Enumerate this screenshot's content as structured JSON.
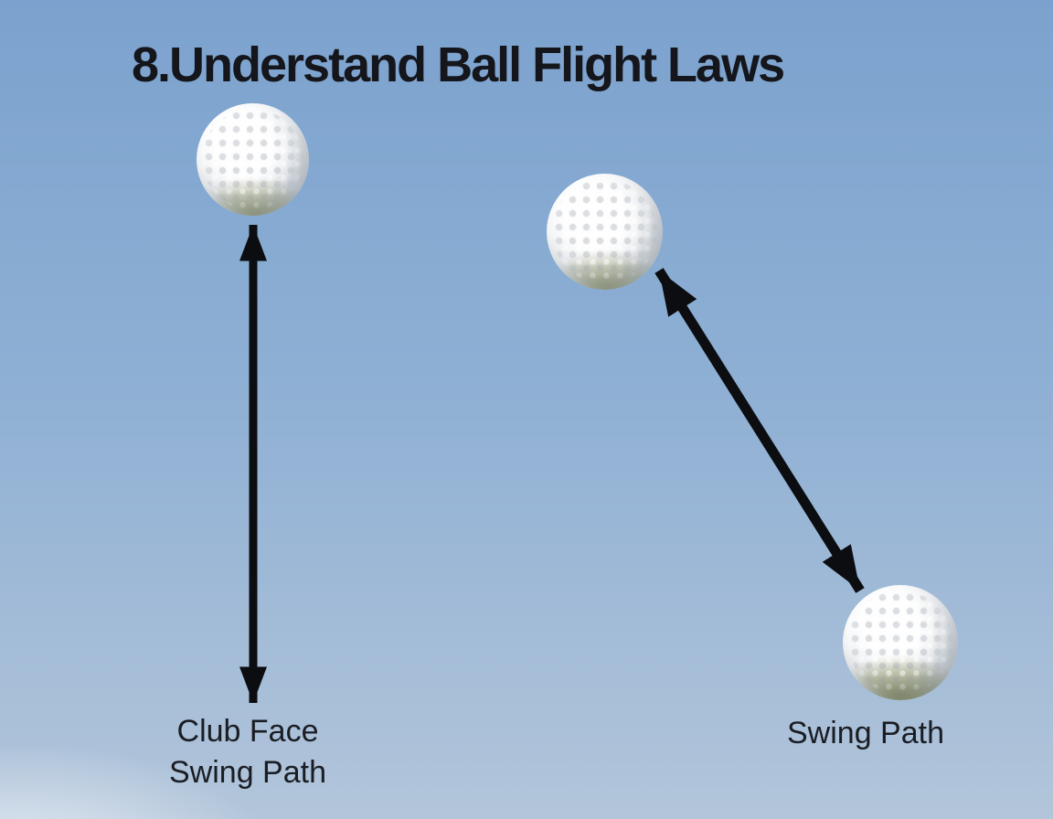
{
  "title": "8.Understand Ball Flight Laws",
  "annotations": {
    "left_label_line1": "Club Face",
    "left_label_line2": "Swing Path",
    "right_label": "Swing Path"
  },
  "icons": {
    "balls": [
      "golf-ball",
      "golf-ball",
      "golf-ball"
    ],
    "clubface_arrow": "vertical-double-arrow-icon",
    "swingpath_arrow": "diagonal-double-arrow-icon"
  },
  "colors": {
    "sky_top": "#7ba2ce",
    "sky_mid": "#8fb0d4",
    "sky_bottom": "#b2c5da",
    "arrow": "#0c0d11",
    "title_text": "#14161b",
    "label_text": "#1a1d23"
  }
}
